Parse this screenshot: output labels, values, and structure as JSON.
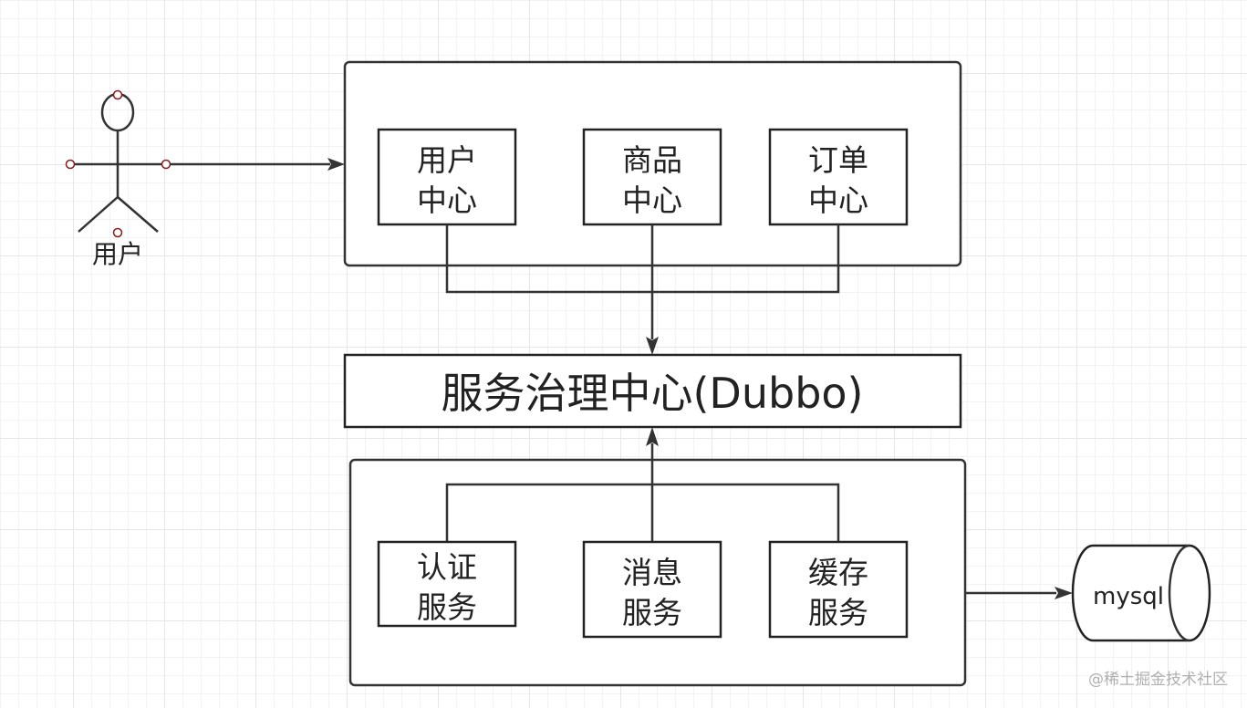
{
  "actor": {
    "label": "用户"
  },
  "frontend_services": [
    {
      "line1": "用户",
      "line2": "中心"
    },
    {
      "line1": "商品",
      "line2": "中心"
    },
    {
      "line1": "订单",
      "line2": "中心"
    }
  ],
  "governance": {
    "label": "服务治理中心(Dubbo)"
  },
  "backend_services": [
    {
      "line1": "认证",
      "line2": "服务"
    },
    {
      "line1": "消息",
      "line2": "服务"
    },
    {
      "line1": "缓存",
      "line2": "服务"
    }
  ],
  "database": {
    "label": "mysql"
  },
  "watermark": "@稀土掘金技术社区"
}
